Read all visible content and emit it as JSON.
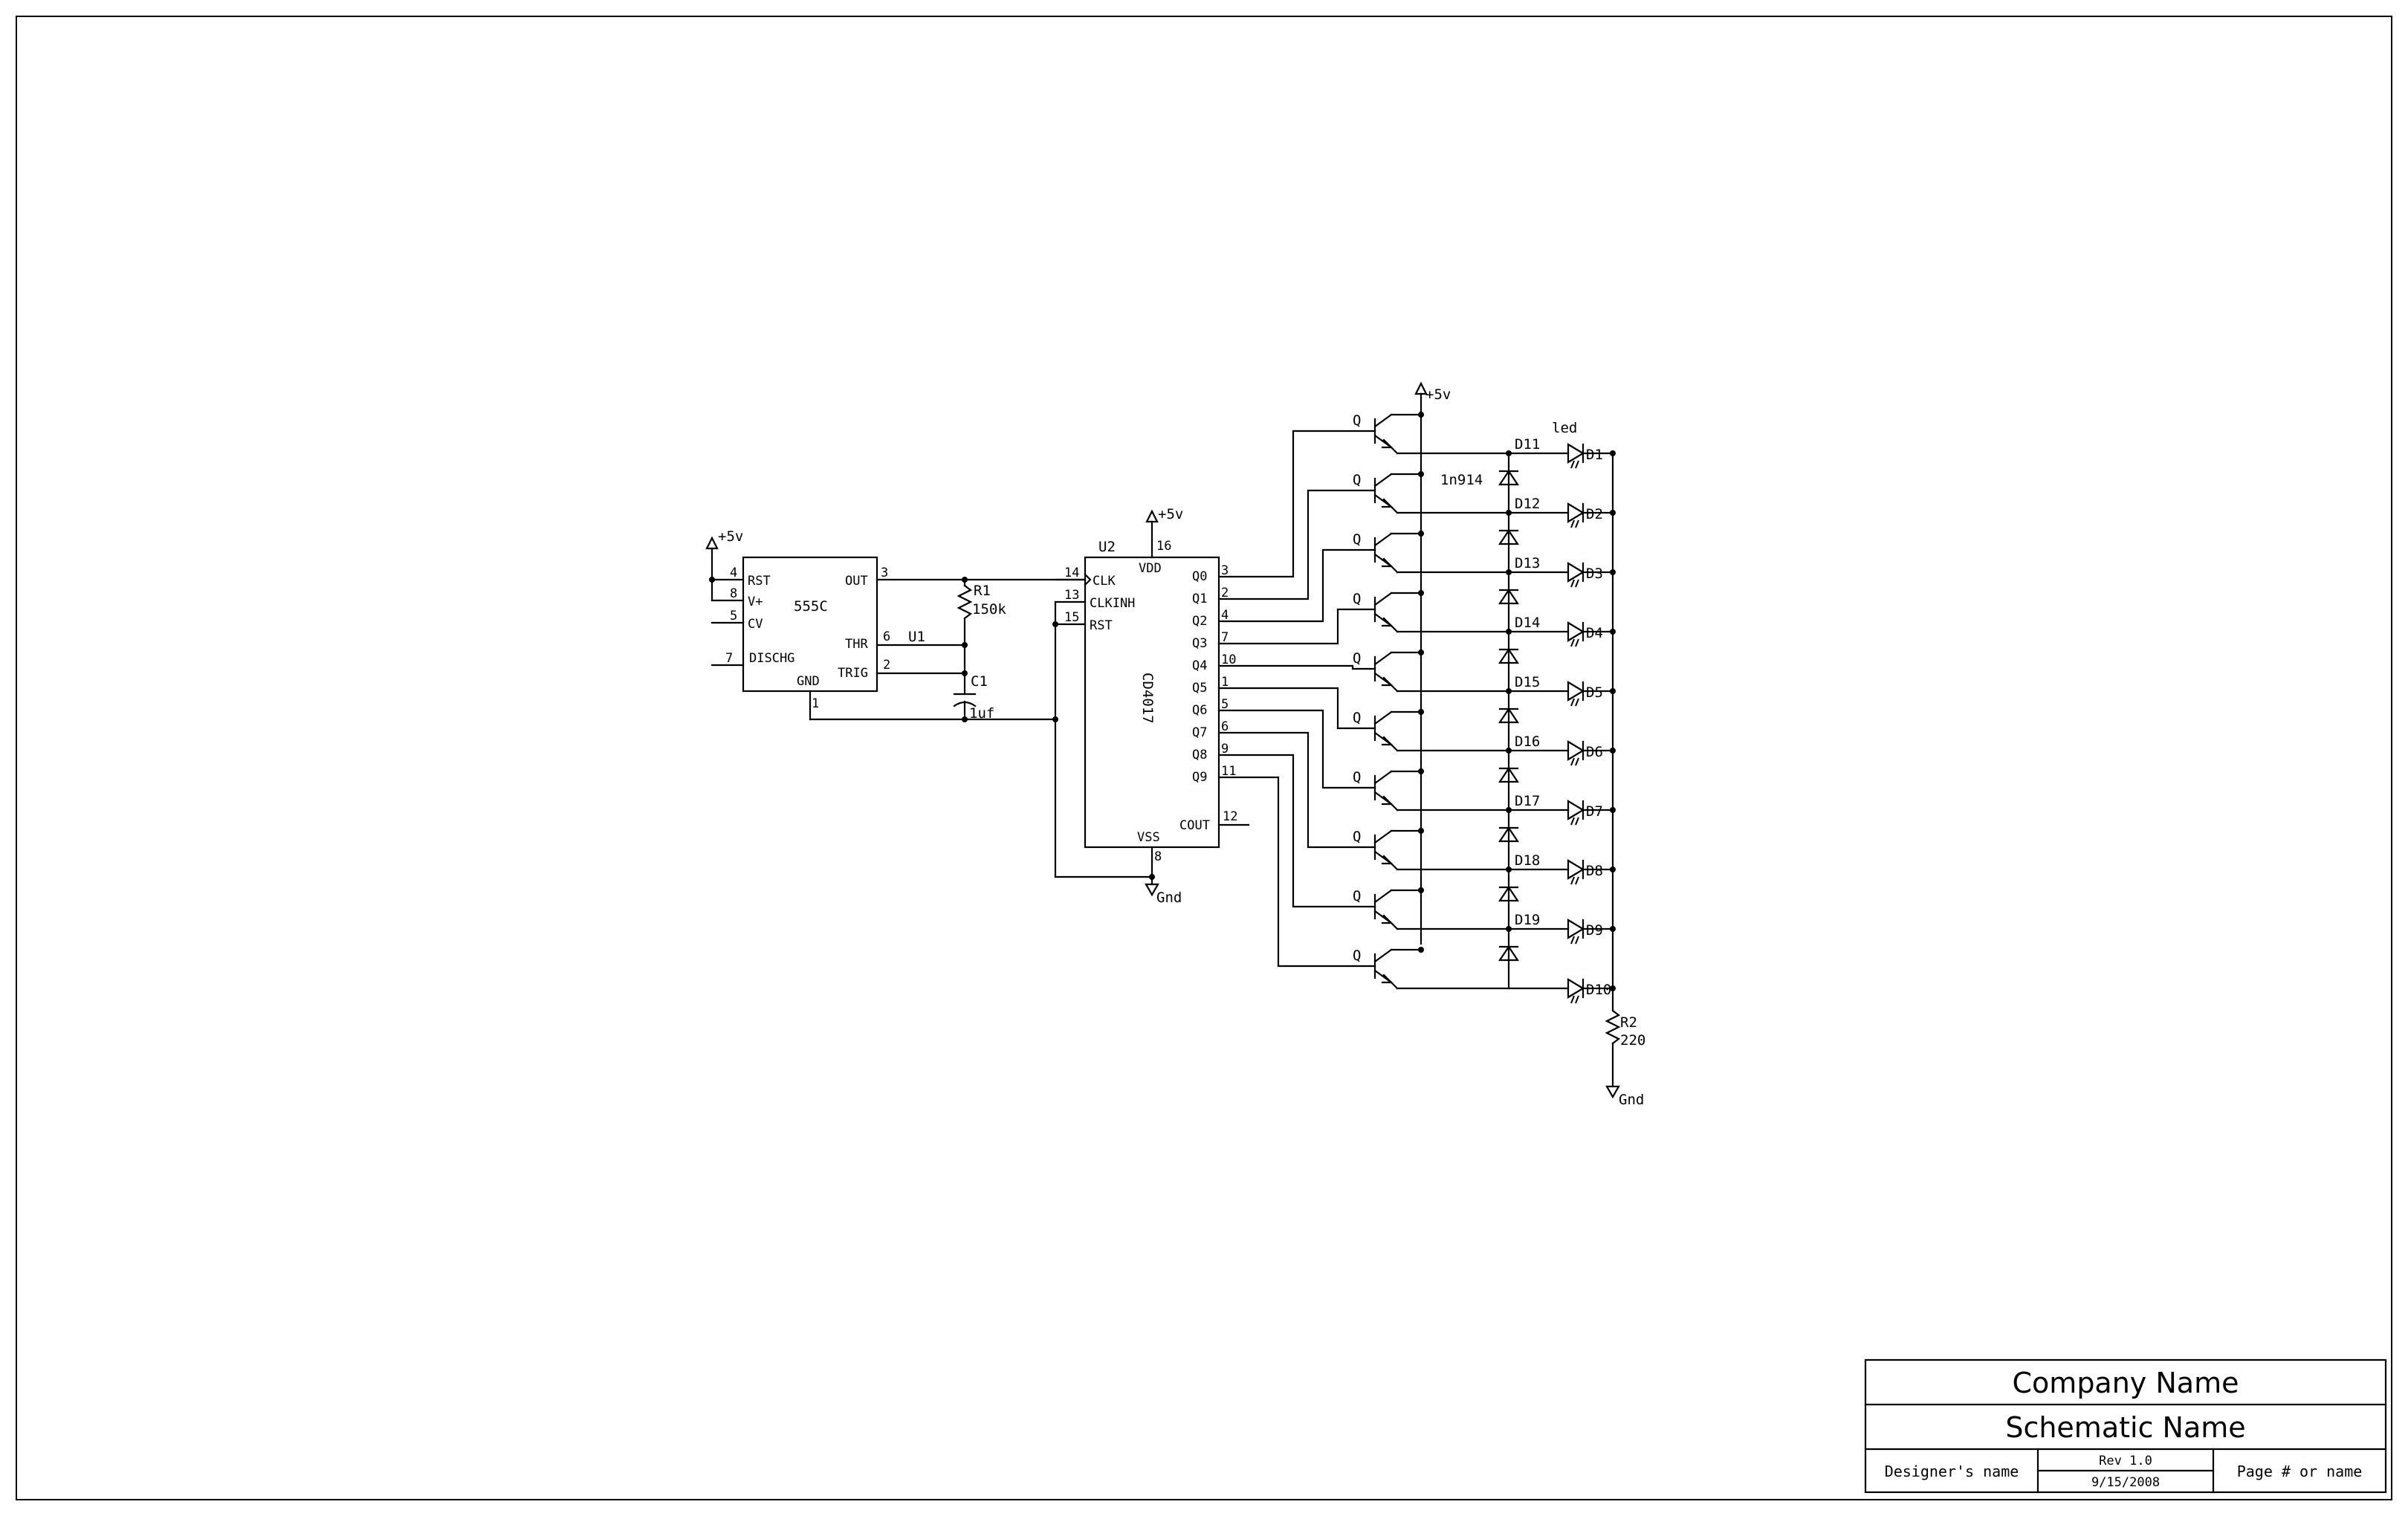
{
  "title_block": {
    "company": "Company Name",
    "schematic": "Schematic Name",
    "designer": "Designer's name",
    "revision": "Rev 1.0",
    "date": "9/15/2008",
    "page": "Page # or name"
  },
  "power": {
    "vcc_label": "+5v",
    "gnd_label": "Gnd"
  },
  "u1": {
    "part": "555C",
    "ref": "U1",
    "pins": {
      "rst": "RST",
      "vplus": "V+",
      "cv": "CV",
      "dischg": "DISCHG",
      "gnd": "GND",
      "out": "OUT",
      "thr": "THR",
      "trig": "TRIG"
    },
    "pin_numbers": {
      "rst": "4",
      "vplus": "8",
      "cv": "5",
      "dischg": "7",
      "gnd": "1",
      "out": "3",
      "thr": "6",
      "trig": "2"
    }
  },
  "r1": {
    "ref": "R1",
    "value": "150k"
  },
  "c1": {
    "ref": "C1",
    "value": "1uf"
  },
  "u2": {
    "part": "CD4017",
    "ref": "U2",
    "pins": {
      "vdd": "VDD",
      "vss": "VSS",
      "clk": "CLK",
      "clkinh": "CLKINH",
      "rst": "RST",
      "cout": "COUT"
    },
    "pin_numbers": {
      "vdd": "16",
      "vss": "8",
      "clk": "14",
      "clkinh": "13",
      "rst": "15",
      "cout": "12"
    },
    "outputs": [
      {
        "name": "Q0",
        "pin": "3"
      },
      {
        "name": "Q1",
        "pin": "2"
      },
      {
        "name": "Q2",
        "pin": "4"
      },
      {
        "name": "Q3",
        "pin": "7"
      },
      {
        "name": "Q4",
        "pin": "10"
      },
      {
        "name": "Q5",
        "pin": "1"
      },
      {
        "name": "Q6",
        "pin": "5"
      },
      {
        "name": "Q7",
        "pin": "6"
      },
      {
        "name": "Q8",
        "pin": "9"
      },
      {
        "name": "Q9",
        "pin": "11"
      }
    ]
  },
  "transistor_label": "Q",
  "diode_part": "1n914",
  "led_part": "led",
  "diodes": [
    "D11",
    "D12",
    "D13",
    "D14",
    "D15",
    "D16",
    "D17",
    "D18",
    "D19"
  ],
  "leds": [
    "D1",
    "D2",
    "D3",
    "D4",
    "D5",
    "D6",
    "D7",
    "D8",
    "D9",
    "D10"
  ],
  "r2": {
    "ref": "R2",
    "value": "220"
  }
}
